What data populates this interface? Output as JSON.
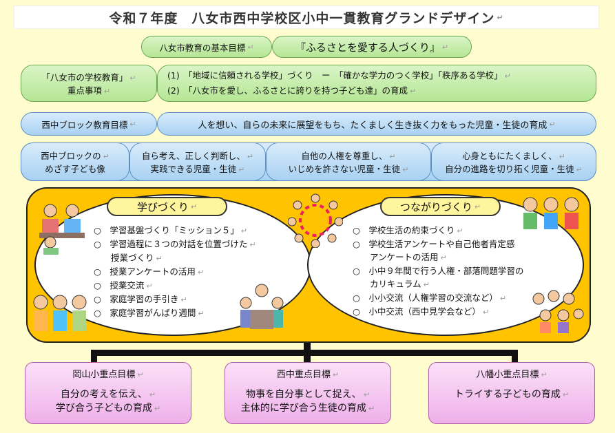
{
  "title": "令和７年度　八女市西中学校区小中一貫教育グランドデザイン",
  "basic_goal": {
    "label": "八女市教育の基本目標",
    "text": "『ふるさとを愛する人づくり』"
  },
  "school_edu": {
    "label_line1": "「八女市の学校教育」",
    "label_line2": "重点事項",
    "item1": "(1)　「地域に信頼される学校」づくり　ー　「確かな学力のつく学校」「秩序ある学校」",
    "item2": "(2)　「八女市を愛し、ふるさとに誇りを持つ子ども達」の育成"
  },
  "block_goal": {
    "label": "西中ブロック教育目標",
    "text": "人を想い、自らの未来に展望をもち、たくましく生き抜く力をもった児童・生徒の育成"
  },
  "ideal": {
    "label_line1": "西中ブロックの",
    "label_line2": "めざす子ども像",
    "c1_line1": "自ら考え、正しく判断し、",
    "c1_line2": "実践できる児童・生徒",
    "c2_line1": "自他の人権を尊重し、",
    "c2_line2": "いじめを許さない児童・生徒",
    "c3_line1": "心身ともにたくましく、",
    "c3_line2": "自分の進路を切り拓く児童・生徒"
  },
  "manabi": {
    "label": "学びづくり",
    "items": [
      "○　学習基盤づくり「ミッション５」",
      "○　学習過程に３つの対話を位置づけた",
      "　　授業づくり",
      "○　授業アンケートの活用",
      "○　授業交流",
      "○　家庭学習の手引き",
      "○　家庭学習がんばり週間"
    ]
  },
  "tsunagari": {
    "label": "つながりづくり",
    "items": [
      "○　学校生活の約束づくり",
      "○　学校生活アンケートや自己他者肯定感",
      "　　アンケートの活用",
      "○　小中９年間で行う人権・部落問題学習の",
      "　　カリキュラム",
      "○　小小交流（人権学習の交流など）",
      "○　小中交流（西中見学会など）"
    ]
  },
  "schools": [
    {
      "title": "岡山小重点目標",
      "line1": "自分の考えを伝え、",
      "line2": "学び合う子どもの育成"
    },
    {
      "title": "西中重点目標",
      "line1": "物事を自分事として捉え、",
      "line2": "主体的に学び合う生徒の育成"
    },
    {
      "title": "八幡小重点目標",
      "line1": "トライする子どもの育成",
      "line2": ""
    }
  ],
  "return_mark": "↵",
  "colors": {
    "panel": "#ffc300",
    "green": "#b6e695",
    "blue": "#a8d1f2",
    "pink": "#efb0ea"
  }
}
